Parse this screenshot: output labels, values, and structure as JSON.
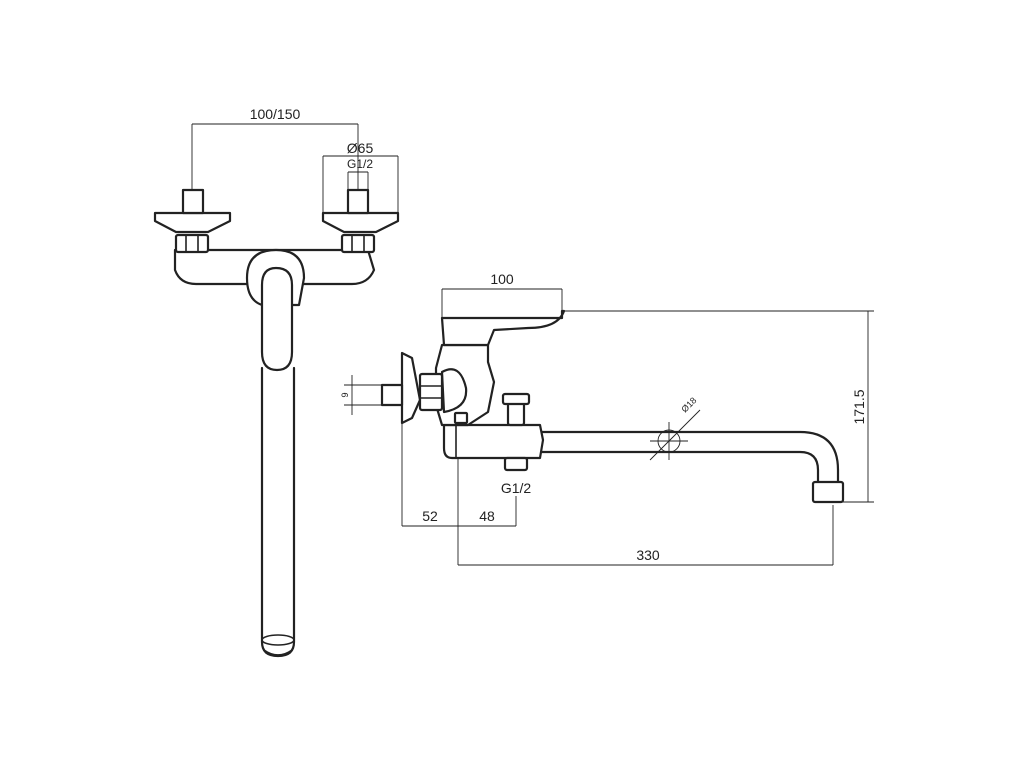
{
  "dimensions": {
    "spacing": "100/150",
    "flange_diameter": "Ø65",
    "thread_top": "G1/2",
    "lever_length": "100",
    "height": "171.5",
    "spout_diameter": "Ø18",
    "small": "9",
    "thread_bottom": "G1/2",
    "offset_a": "52",
    "offset_b": "48",
    "reach": "330"
  }
}
